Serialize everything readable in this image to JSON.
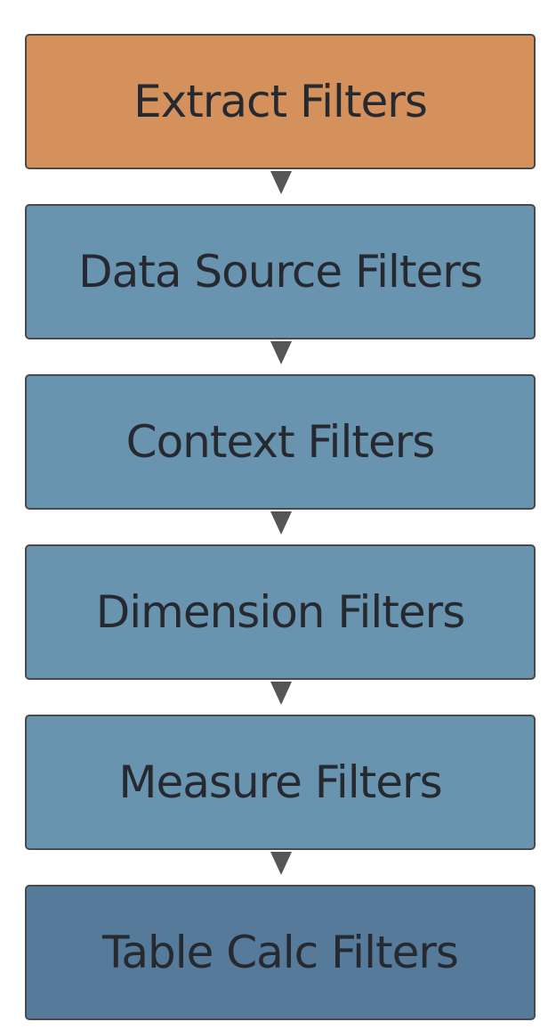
{
  "flow": {
    "steps": [
      {
        "label": "Extract Filters",
        "color": "#d4915c"
      },
      {
        "label": "Data Source Filters",
        "color": "#6994b0"
      },
      {
        "label": "Context Filters",
        "color": "#6994b0"
      },
      {
        "label": "Dimension Filters",
        "color": "#6994b0"
      },
      {
        "label": "Measure Filters",
        "color": "#6994b0"
      },
      {
        "label": "Table Calc Filters",
        "color": "#557a9a"
      }
    ],
    "arrow_color": "#555555"
  }
}
